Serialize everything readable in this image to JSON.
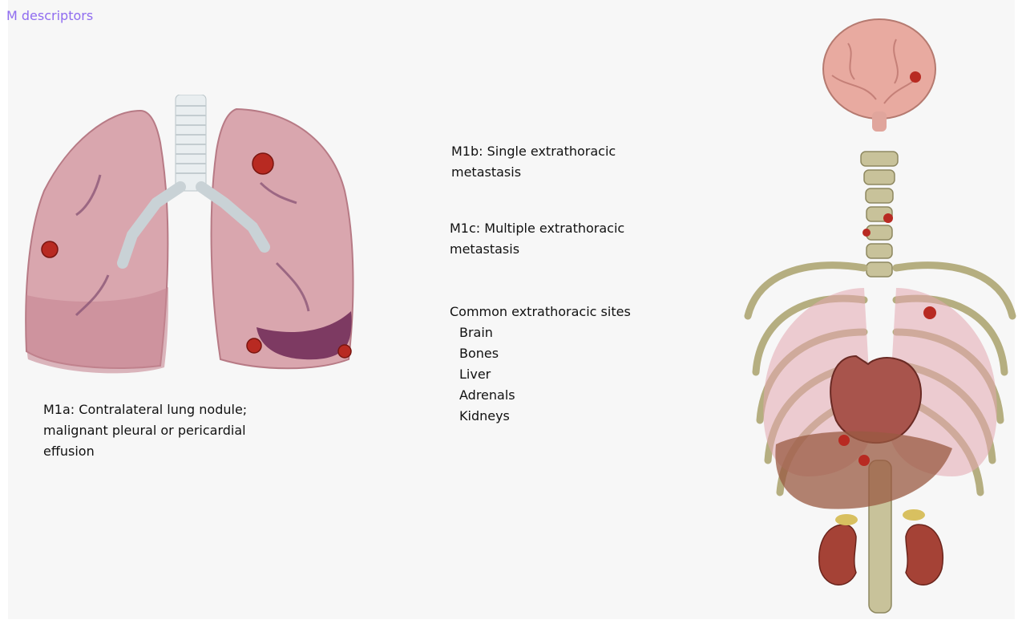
{
  "slide": {
    "title": "M descriptors",
    "m1a": {
      "lines": [
        "M1a: Contralateral lung nodule;",
        "malignant pleural or pericardial",
        "effusion"
      ]
    },
    "m1b": {
      "lines": [
        "M1b: Single extrathoracic",
        "metastasis"
      ]
    },
    "m1c": {
      "lines": [
        "M1c: Multiple extrathoracic",
        "metastasis"
      ]
    },
    "common_sites": {
      "heading": "Common extrathoracic sites",
      "items": [
        "Brain",
        "Bones",
        "Liver",
        "Adrenals",
        "Kidneys"
      ]
    }
  },
  "illustrations": {
    "lungs": "lungs-illustration",
    "skeleton": "thorax-skeleton-illustration"
  },
  "colors": {
    "title": "#8f6cf0",
    "lung": "#d8a0aa",
    "tumor": "#c0281e",
    "bone": "#c8c29a",
    "brain": "#e8aaa0"
  }
}
